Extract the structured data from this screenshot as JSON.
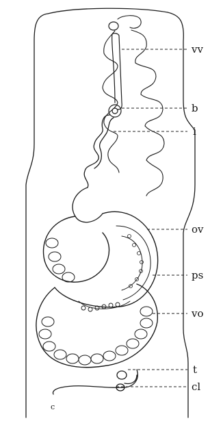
{
  "labels": {
    "vv": "vv",
    "b": "b",
    "i": "i",
    "ov": "ov",
    "ps": "ps",
    "vo": "vo",
    "t": "t",
    "cl": "cl"
  },
  "corner_mark": "c",
  "colors": {
    "ink": "#1a1a1a",
    "background": "#ffffff"
  }
}
